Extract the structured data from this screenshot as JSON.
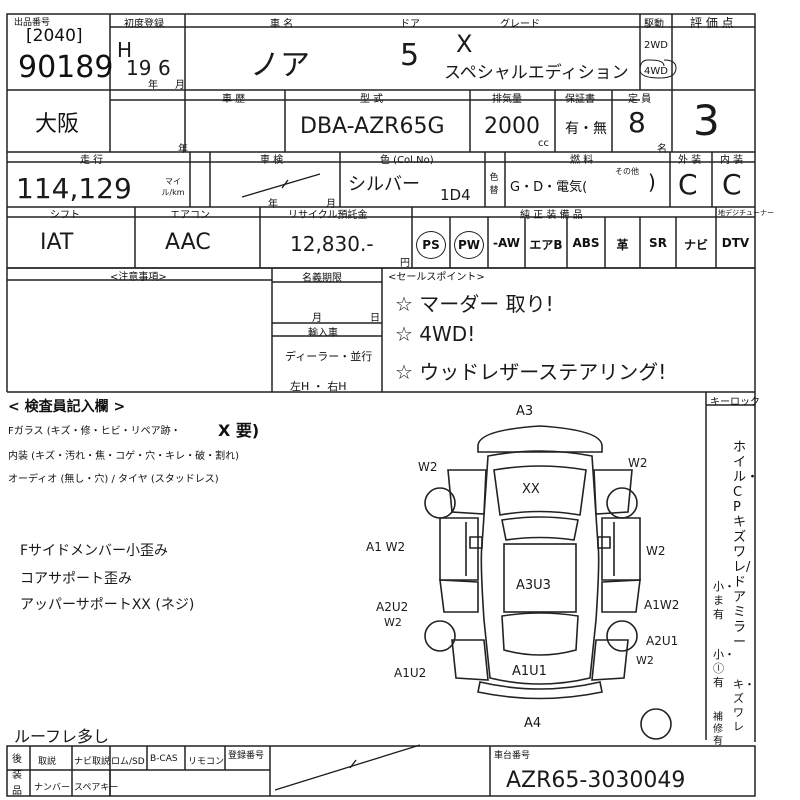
{
  "header": {
    "auction_label": "出品番号",
    "lane": "[2040]",
    "lot_number": "90189",
    "first_reg_label": "初度登録",
    "first_reg_era": "H",
    "first_reg_year": "19",
    "first_reg_year_unit": "年",
    "first_reg_month": "6",
    "first_reg_month_unit": "月",
    "car_name_label": "車 名",
    "car_name": "ノア",
    "door_label": "ドア",
    "doors": "5",
    "grade_label": "グレード",
    "grade_line1": "X",
    "grade_line2": "スペシャルエディション",
    "drive_label": "駆動",
    "drive_2wd": "2WD",
    "drive_4wd": "4WD",
    "score_label": "評 価 点",
    "score": "3"
  },
  "row2": {
    "location": "大阪",
    "garage_label": "車 歴",
    "type_label": "型 式",
    "model_code": "DBA-AZR65G",
    "displacement_label": "排気量",
    "displacement": "2000",
    "cc": "cc",
    "warranty_label": "保証書",
    "warranty_value": "有・無",
    "seats_label": "定 員",
    "seats": "8",
    "seats_unit": "名",
    "year_unit": "年"
  },
  "row3": {
    "mileage_label": "走 行",
    "mileage": "114,129",
    "mileage_units": "マイル/km",
    "inspection_label": "車 検",
    "year_label": "年",
    "month_label": "月",
    "color_label": "色 (Col.No)",
    "color": "シルバー",
    "color_code": "1D4",
    "color_change_label": "色替",
    "fuel_label": "燃 料",
    "fuel_options": "G・D・電気(",
    "fuel_other": "その他",
    "exterior_label": "外 装",
    "exterior": "C",
    "interior_label": "内 装",
    "interior": "C"
  },
  "row4": {
    "shift_label": "シフト",
    "shift": "IAT",
    "ac_label": "エアコン",
    "ac": "AAC",
    "recycle_label": "リサイクル預託金",
    "recycle": "12,830.-",
    "yen": "円",
    "equipment_label": "純 正 装 備 品",
    "tuner_label": "地デジチューナー",
    "equipment": [
      "PS",
      "PW",
      "-AW",
      "エアB",
      "ABS",
      "革",
      "SR",
      "ナビ",
      "DTV"
    ]
  },
  "row5": {
    "notes_label": "<注意事項>",
    "deadline_label": "名義期限",
    "month": "月",
    "day": "日",
    "import_label": "輸入車",
    "dealer_label": "ディーラー・並行",
    "handle_label": "左H ・ 右H",
    "sales_points_label": "<セールスポイント>",
    "sales_points": [
      "☆ マーダー 取り!",
      "☆ 4WD!",
      "☆ ウッドレザーステアリング!"
    ]
  },
  "inspector": {
    "title": "< 検査員記入欄 >",
    "glass_line": "Fガラス (キズ・修・ヒビ・リペア跡・",
    "glass_x": "X 要)",
    "interior_line": "内装 (キズ・汚れ・焦・コゲ・穴・キレ・破・割れ)",
    "audio_line": "オーディオ (無し・穴) / タイヤ (スタッドレス)",
    "handwritten": [
      "Fサイドメンバー小歪み",
      "コアサポート歪み",
      "アッパーサポートXX (ネジ)"
    ],
    "roof_note": "ルーフレ多し"
  },
  "diagram": {
    "keyless_label": "キーロック",
    "vertical_label": "ホイル・CPキズワレ/ドアミラー",
    "side_small": "小・ま有",
    "side_small2": "小・ⓛ有",
    "side_x": "キ・ズ ワレ",
    "side_repair": "補修有",
    "marks": [
      "A3",
      "W2",
      "W2",
      "XX",
      "A1 W2",
      "W2",
      "A3U3",
      "A2U2",
      "W2",
      "A1W2",
      "A2U1",
      "W2",
      "A1U2",
      "A1U1",
      "A4"
    ]
  },
  "footer": {
    "col_labels": [
      "後",
      "装",
      "品"
    ],
    "items_top": [
      "取説",
      "ナビ取説",
      "ロム/SD",
      "B-CAS",
      "リモコン"
    ],
    "items_bottom": [
      "ナンバー",
      "スペアキー"
    ],
    "reg_label": "登録番号",
    "chassis_label": "車台番号",
    "chassis": "AZR65-3030049"
  }
}
